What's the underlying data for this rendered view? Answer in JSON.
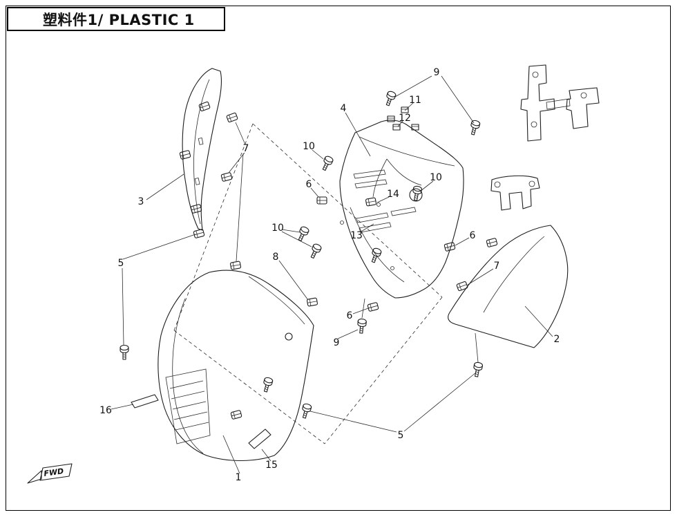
{
  "page": {
    "title": "塑料件1/ PLASTIC 1",
    "fwd_label": "FWD"
  },
  "callouts": [
    {
      "label": "9"
    },
    {
      "label": "11"
    },
    {
      "label": "12"
    },
    {
      "label": "4"
    },
    {
      "label": "10"
    },
    {
      "label": "7"
    },
    {
      "label": "3"
    },
    {
      "label": "6"
    },
    {
      "label": "14"
    },
    {
      "label": "10"
    },
    {
      "label": "13"
    },
    {
      "label": "10"
    },
    {
      "label": "6"
    },
    {
      "label": "7"
    },
    {
      "label": "5"
    },
    {
      "label": "8"
    },
    {
      "label": "2"
    },
    {
      "label": "6"
    },
    {
      "label": "9"
    },
    {
      "label": "16"
    },
    {
      "label": "5"
    },
    {
      "label": "1"
    },
    {
      "label": "15"
    }
  ],
  "colors": {
    "line": "#1c1c1c",
    "background": "#ffffff"
  }
}
